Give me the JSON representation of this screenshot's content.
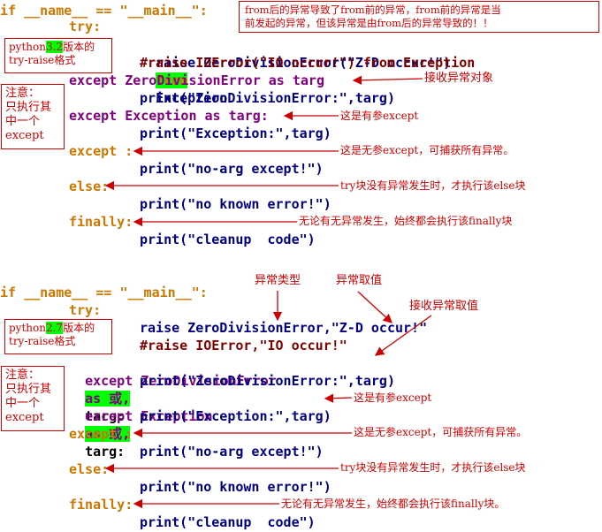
{
  "top": {
    "line_if": "if __name__ == \"__main__\":",
    "line_try": "try:",
    "line_raise_a": "raise ZeroDivisionError(\"Z-D occur!\")",
    "line_raise_from": "from",
    "line_raise_b": "Exception",
    "line_comment": "#raise IOError(\"IO occur!\") from Exception",
    "line_except1": "except ZeroDivisionError as targ",
    "line_print1": "print(\"ZeroDivisionError:\",targ)",
    "line_except2": "except Exception as targ:",
    "line_print2": "print(\"Exception:\",targ)",
    "line_except3": "except :",
    "line_print3": "print(\"no-arg except!\")",
    "line_else": "else:",
    "line_print4": "print(\"no known error!\")",
    "line_finally": "finally:",
    "line_print5": "print(\"cleanup  code\")",
    "note_from": "from后的异常导致了from前的异常，from前的异常是当\n前发起的异常，但该异常是由from后的异常导致的！！",
    "version_box_a": "python",
    "version_box_v": "3.2",
    "version_box_b": "版本的\ntry-raise格式",
    "attention_box": "注意：\n只执行其\n中一个\nexcept",
    "note_receive": "接收异常对象",
    "note_with_arg": "这是有参except",
    "note_no_arg": "这是无参except，可捕获所有异常。",
    "note_else": "try块没有异常发生时，才执行该else块",
    "note_finally": "无论有无异常发生，始终都会执行该finally块"
  },
  "bottom": {
    "line_if": "if __name__ == \"__main__\":",
    "line_try": "try:",
    "line_raise": "raise ZeroDivisionError,\"Z-D occur!\"",
    "line_comment": "#raise IOError,\"IO occur!\"",
    "line_except1_a": "except ZeroDivisionError",
    "line_except1_hl": "as 或,",
    "line_except1_b": "targ:",
    "line_print1": "print(\"ZeroDivisionError:\",targ)",
    "line_except2_a": "except Exception",
    "line_except2_hl": "as 或,",
    "line_except2_b": "targ:",
    "line_print2": "print(\"Exception:\",targ)",
    "line_except3": "except :",
    "line_print3": "print(\"no-arg except!\")",
    "line_else": "else:",
    "line_print4": "print(\"no known error!\")",
    "line_finally": "finally:",
    "line_print5": "print(\"cleanup  code\")",
    "version_box_a": "python",
    "version_box_v": "2.7",
    "version_box_b": "版本的\ntry-raise格式",
    "attention_box": "注意：\n只执行其\n中一个\nexcept",
    "note_type": "异常类型",
    "note_value": "异常取值",
    "note_receive_value": "接收异常取值",
    "note_with_arg": "这是有参except",
    "note_no_arg": "这是无参except，可捕获所有异常。",
    "note_else": "try块没有异常发生时，才执行该else块",
    "note_finally": "无论有无异常发生，始终都会执行该finally块。"
  }
}
